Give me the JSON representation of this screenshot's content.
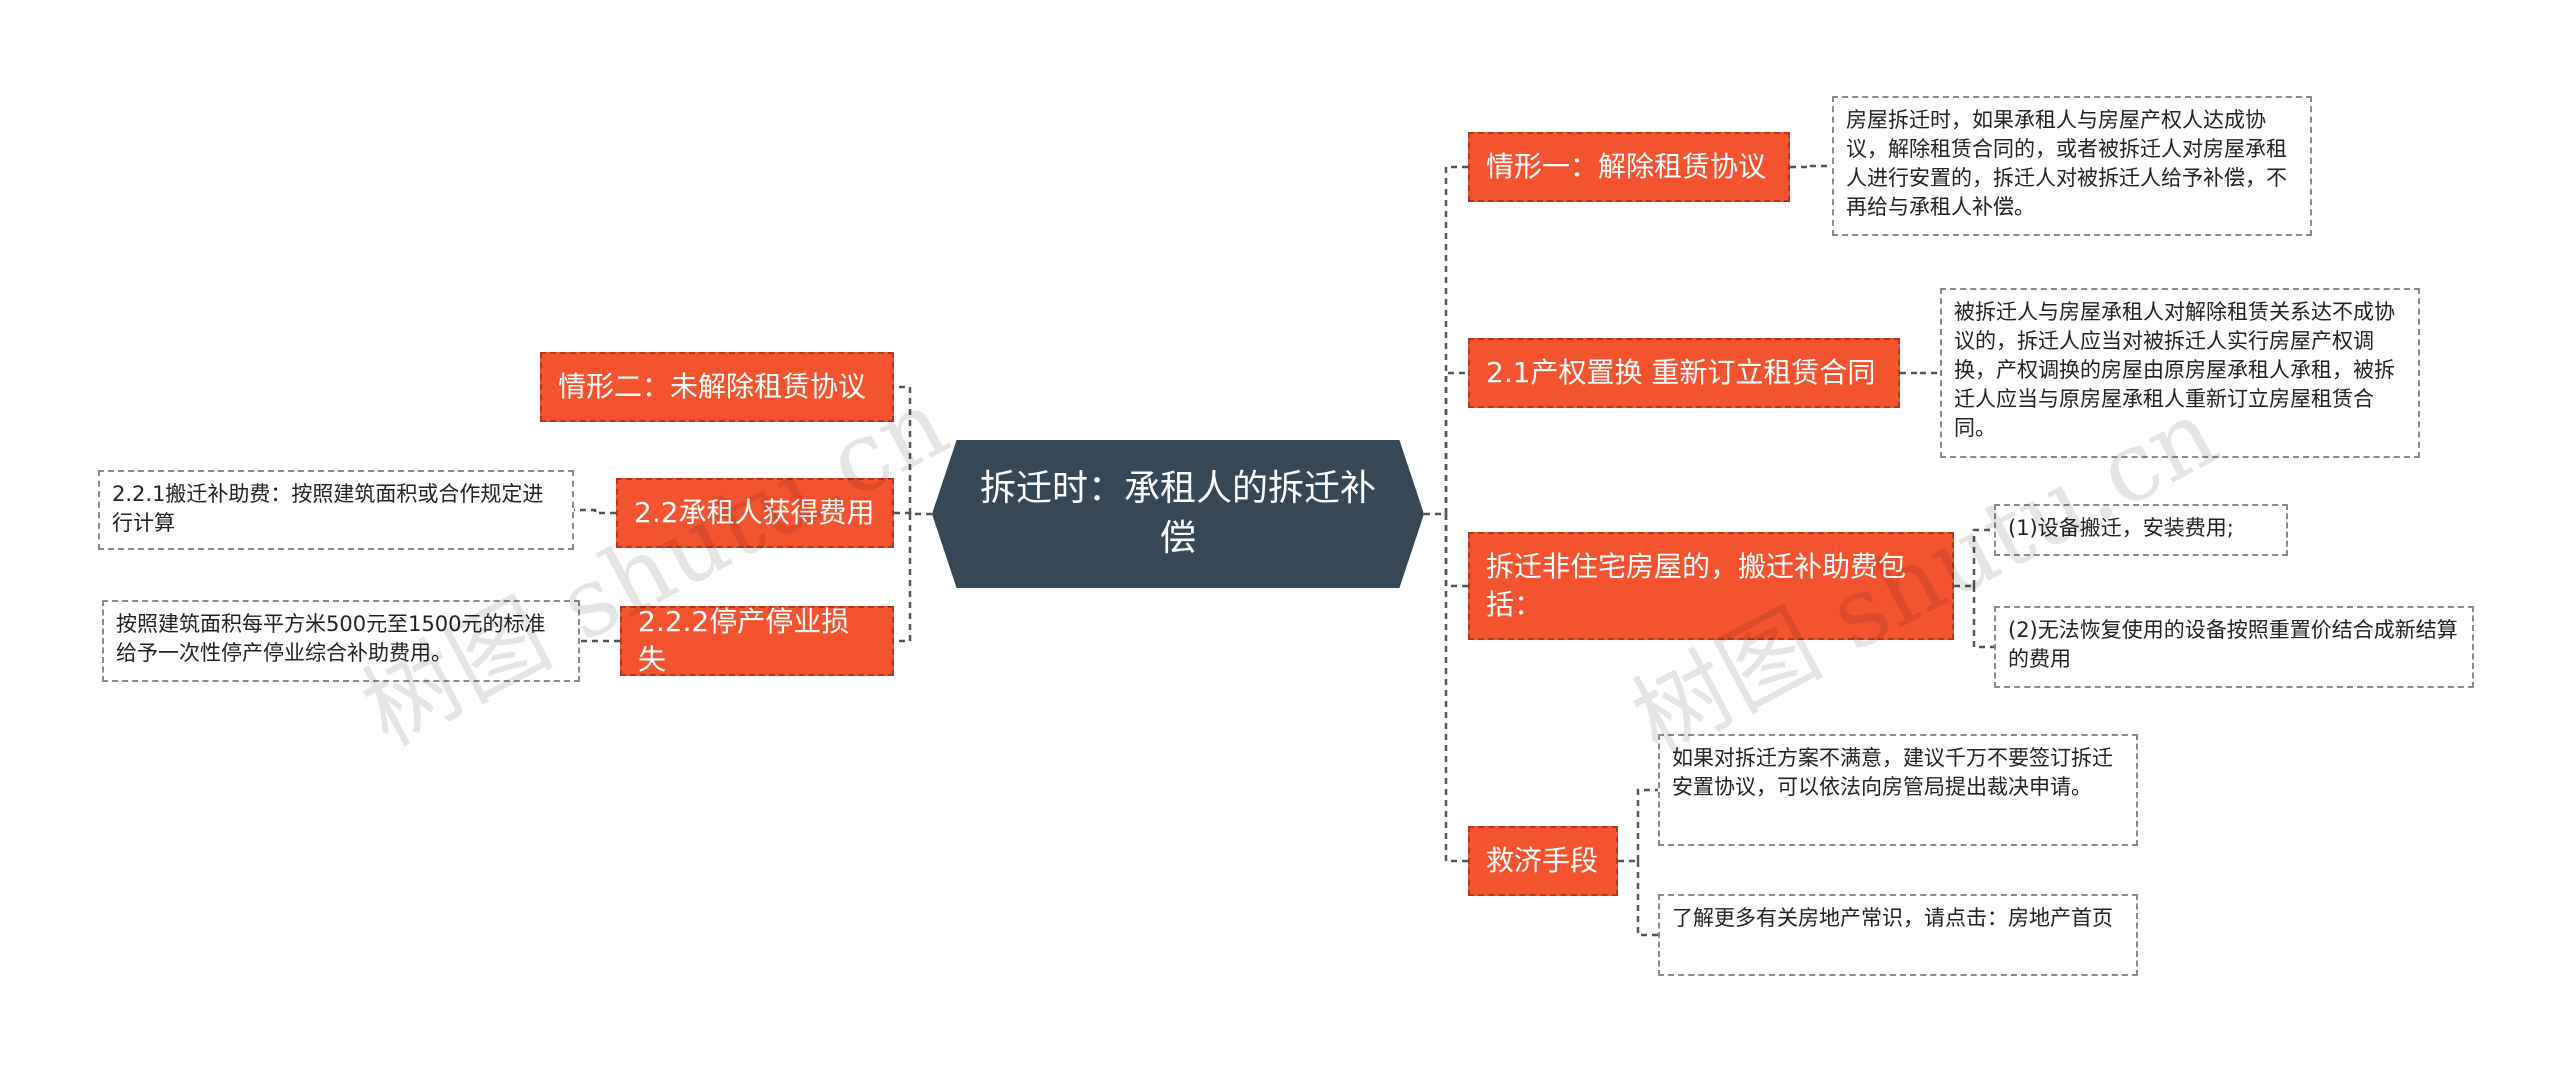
{
  "root": {
    "title": "拆迁时：承租人的拆迁补偿"
  },
  "left_branches": [
    {
      "label": "情形二：未解除租赁协议",
      "children": []
    },
    {
      "label": "2.2承租人获得费用",
      "children": [
        "2.2.1搬迁补助费：按照建筑面积或合作规定进行计算"
      ]
    },
    {
      "label": "2.2.2停产停业损失",
      "children": [
        "按照建筑面积每平方米500元至1500元的标准给予一次性停产停业综合补助费用。"
      ]
    }
  ],
  "right_branches": [
    {
      "label": "情形一：解除租赁协议",
      "children": [
        "房屋拆迁时，如果承租人与房屋产权人达成协议，解除租赁合同的，或者被拆迁人对房屋承租人进行安置的，拆迁人对被拆迁人给予补偿，不再给与承租人补偿。"
      ]
    },
    {
      "label": "2.1产权置换 重新订立租赁合同",
      "children": [
        "被拆迁人与房屋承租人对解除租赁关系达不成协议的，拆迁人应当对被拆迁人实行房屋产权调换，产权调换的房屋由原房屋承租人承租，被拆迁人应当与原房屋承租人重新订立房屋租赁合同。"
      ]
    },
    {
      "label": "拆迁非住宅房屋的，搬迁补助费包括：",
      "children": [
        "(1)设备搬迁，安装费用;",
        "(2)无法恢复使用的设备按照重置价结合成新结算的费用"
      ]
    },
    {
      "label": "救济手段",
      "children": [
        "如果对拆迁方案不满意，建议千万不要签订拆迁安置协议，可以依法向房管局提出裁决申请。",
        "了解更多有关房地产常识，请点击：房地产首页"
      ]
    }
  ],
  "watermark": {
    "text_cn": "树图",
    "text_en": "shutu.cn"
  },
  "colors": {
    "root_bg": "#364755",
    "topic_bg": "#f4532f",
    "topic_border": "#b5361c",
    "leaf_border": "#8a8a8a",
    "connector": "#555555"
  }
}
